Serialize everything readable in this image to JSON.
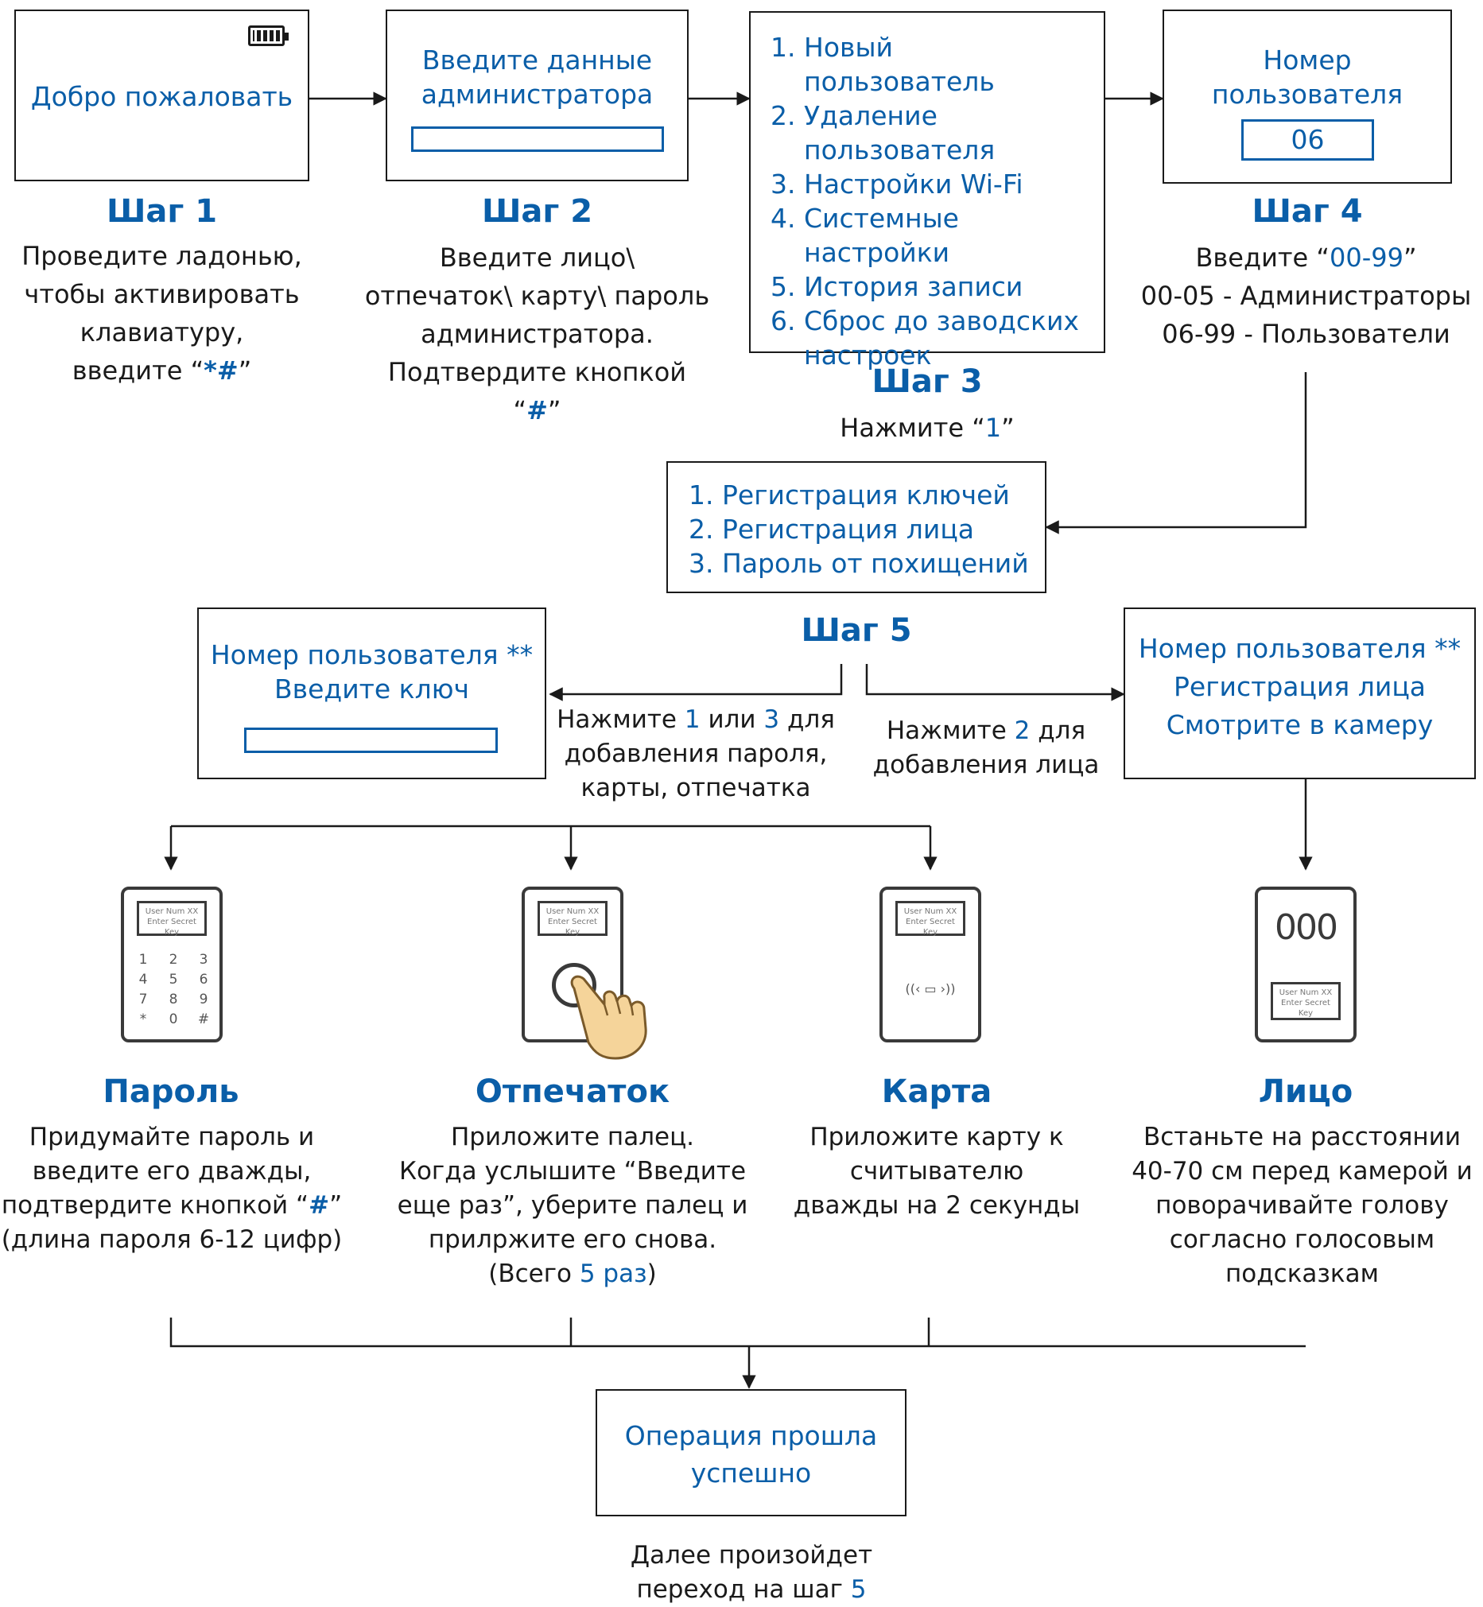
{
  "step1": {
    "screen_text": "Добро пожаловать",
    "title": "Шаг 1",
    "desc": [
      "Проведите ладонью,",
      "чтобы активировать",
      "клавиатуру,"
    ],
    "desc_last_prefix": "введите “",
    "desc_last_code": "*#",
    "desc_last_suffix": "”"
  },
  "step2": {
    "screen_lines": [
      "Введите данные",
      "администратора"
    ],
    "title": "Шаг 2",
    "desc": [
      "Введите лицо\\",
      "отпечаток\\ карту\\ пароль",
      "администратора.",
      "Подтвердите кнопкой"
    ],
    "desc_last_prefix": "“",
    "desc_last_code": "#",
    "desc_last_suffix": "”"
  },
  "step3": {
    "menu": [
      {
        "num": "1.",
        "text": "Новый пользователь"
      },
      {
        "num": "2.",
        "text": "Удаление пользователя"
      },
      {
        "num": "3.",
        "text": "Настройки Wi-Fi"
      },
      {
        "num": "4.",
        "text": "Системные настройки"
      },
      {
        "num": "5.",
        "text": "История записи"
      },
      {
        "num": "6.",
        "text": "Сброс до заводских настроек"
      }
    ],
    "title": "Шаг 3",
    "desc_prefix": "Нажмите “",
    "desc_code": "1",
    "desc_suffix": "”"
  },
  "step4": {
    "screen_lines": [
      "Номер",
      "пользователя"
    ],
    "id_value": "06",
    "title": "Шаг 4",
    "desc_prefix": "Введите “",
    "desc_code": "00-99",
    "desc_suffix": "”",
    "desc_lines": [
      "00-05 - Администраторы",
      "06-99 - Пользователи"
    ]
  },
  "step5": {
    "menu": [
      {
        "num": "1.",
        "text": "Регистрация ключей"
      },
      {
        "num": "2.",
        "text": "Регистрация лица"
      },
      {
        "num": "3.",
        "text": "Пароль от похищений"
      }
    ],
    "title": "Шаг 5",
    "left_box_lines": [
      "Номер пользователя **",
      "Введите  ключ"
    ],
    "right_box_lines": [
      "Номер пользователя **",
      "Регистрация лица",
      "Смотрите в камеру"
    ],
    "left_note": {
      "p1": "Нажмите ",
      "n1": "1",
      "p2": " или ",
      "n2": "3",
      "p3": " для",
      "lines": [
        "добавления пароля,",
        "карты, отпечатка"
      ]
    },
    "right_note": {
      "p1": "Нажмите ",
      "n1": "2",
      "p2": " для",
      "lines": [
        "добавления лица"
      ]
    }
  },
  "devices": {
    "screen_text": [
      "User Num XX",
      "Enter Secret Key"
    ],
    "keypad": [
      "1",
      "2",
      "3",
      "4",
      "5",
      "6",
      "7",
      "8",
      "9",
      "*",
      "0",
      "#"
    ],
    "face_marks": "000",
    "card_symbol": "((‹ ▭ ›))"
  },
  "methods": {
    "password": {
      "title": "Пароль",
      "lines": [
        "Придумайте пароль и",
        "введите его дважды,"
      ],
      "confirm_prefix": "подтвердите кнопкой “",
      "confirm_code": "#",
      "confirm_suffix": "”",
      "last": "(длина пароля 6-12 цифр)"
    },
    "fingerprint": {
      "title": "Отпечаток",
      "lines": [
        "Приложите палец.",
        "Когда услышите “Введите",
        "еще раз”, уберите палец и",
        "прилржите его снова."
      ],
      "total_prefix": "(Всего ",
      "total_code": "5 раз",
      "total_suffix": ")"
    },
    "card": {
      "title": "Карта",
      "lines": [
        "Приложите карту к",
        "считывателю",
        "дважды на 2 секунды"
      ]
    },
    "face": {
      "title": "Лицо",
      "lines": [
        "Встаньте на расстоянии",
        "40-70 см перед камерой и",
        "поворачивайте голову",
        "согласно голосовым",
        "подсказкам"
      ]
    }
  },
  "result": {
    "box_lines": [
      "Операция прошла",
      "успешно"
    ],
    "next_line": "Далее произойдет",
    "next_prefix": "переход на шаг ",
    "next_code": "5"
  }
}
